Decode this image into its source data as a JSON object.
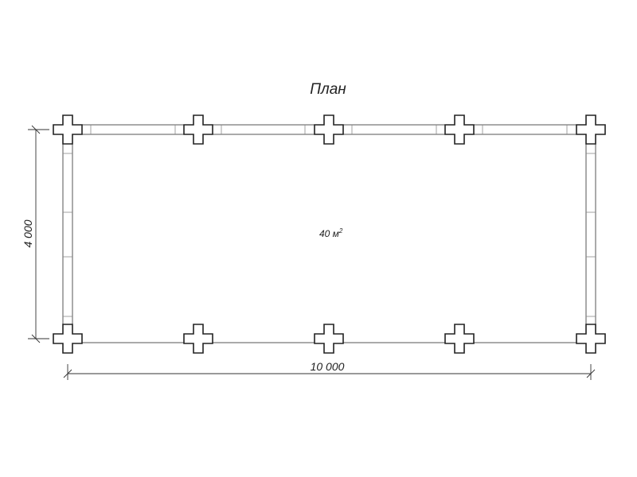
{
  "plan": {
    "title": "План",
    "area_label": "40 м",
    "area_unit_sup": "2",
    "width_dimension": "10 000",
    "height_dimension": "4 000"
  }
}
